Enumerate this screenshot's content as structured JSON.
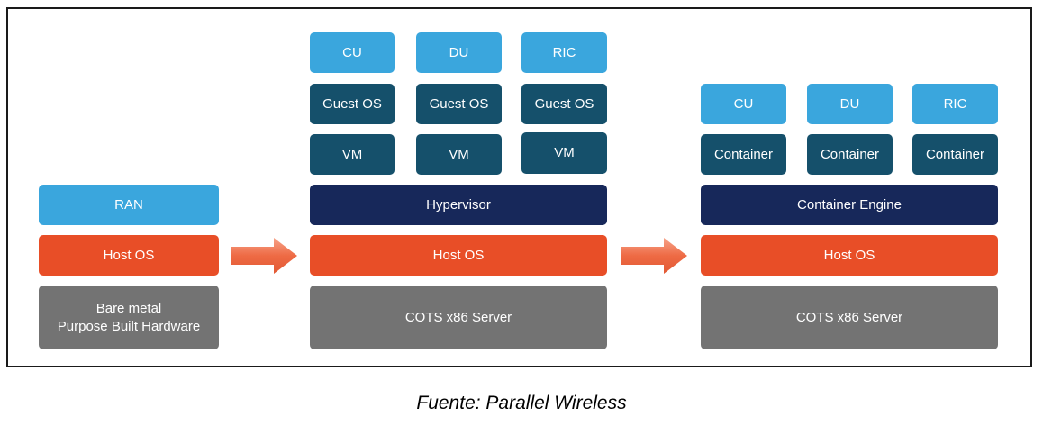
{
  "colors": {
    "light_blue": "#3aa6dd",
    "teal": "#15506b",
    "navy": "#17285a",
    "orange": "#e84e27",
    "gray": "#737373"
  },
  "stack1": {
    "ran": "RAN",
    "host_os": "Host OS",
    "hardware": "Bare metal\nPurpose Built Hardware"
  },
  "stack2": {
    "apps": [
      "CU",
      "DU",
      "RIC"
    ],
    "guest_os": [
      "Guest OS",
      "Guest OS",
      "Guest OS"
    ],
    "vm": [
      "VM",
      "VM",
      "VM"
    ],
    "hypervisor": "Hypervisor",
    "host_os": "Host OS",
    "server": "COTS x86 Server"
  },
  "stack3": {
    "apps": [
      "CU",
      "DU",
      "RIC"
    ],
    "containers": [
      "Container",
      "Container",
      "Container"
    ],
    "engine": "Container Engine",
    "host_os": "Host OS",
    "server": "COTS x86 Server"
  },
  "caption": "Fuente: Parallel Wireless"
}
